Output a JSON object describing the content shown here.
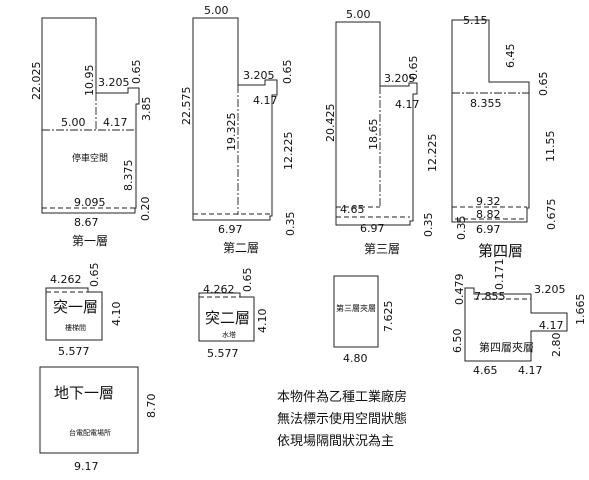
{
  "plans": {
    "floor1": {
      "title": "第一層",
      "room": "停車空間",
      "dims": [
        "22.025",
        "10.95",
        "3.205",
        "0.65",
        "5.00",
        "4.17",
        "3.85",
        "8.375",
        "9.095",
        "8.67",
        "0.20"
      ]
    },
    "floor2": {
      "title": "第二層",
      "dims": [
        "5.00",
        "22.575",
        "19.325",
        "3.205",
        "0.65",
        "4.17",
        "12.225",
        "6.97",
        "0.35"
      ]
    },
    "floor3": {
      "title": "第三層",
      "dims": [
        "5.00",
        "20.425",
        "18.65",
        "3.205",
        "0.65",
        "4.17",
        "12.225",
        "4.65",
        "6.97",
        "0.35"
      ]
    },
    "floor4": {
      "title": "第四層",
      "dims": [
        "5.15",
        "6.45",
        "0.65",
        "8.355",
        "11.55",
        "9.32",
        "8.82",
        "6.97",
        "0.675",
        "0.35"
      ]
    },
    "pent1": {
      "title": "突一層",
      "room": "樓梯間",
      "dims": [
        "4.262",
        "0.65",
        "4.10",
        "5.577"
      ]
    },
    "pent2": {
      "title": "突二層",
      "room": "水塔",
      "dims": [
        "4.262",
        "0.65",
        "4.10",
        "5.577"
      ]
    },
    "mezz3": {
      "title": "第三層夾層",
      "dims": [
        "7.625",
        "4.80"
      ]
    },
    "mezz4": {
      "title": "第四層夾層",
      "dims": [
        "0.171",
        "0.479",
        "7.855",
        "3.205",
        "1.665",
        "4.17",
        "6.50",
        "2.80",
        "4.65",
        "4.17"
      ]
    },
    "basement": {
      "title": "地下一層",
      "room": "台電配電場所",
      "dims": [
        "8.70",
        "9.17"
      ]
    }
  },
  "note": [
    "本物件為乙種工業廠房",
    "無法標示使用空間狀態",
    "依現場隔間狀況為主"
  ]
}
